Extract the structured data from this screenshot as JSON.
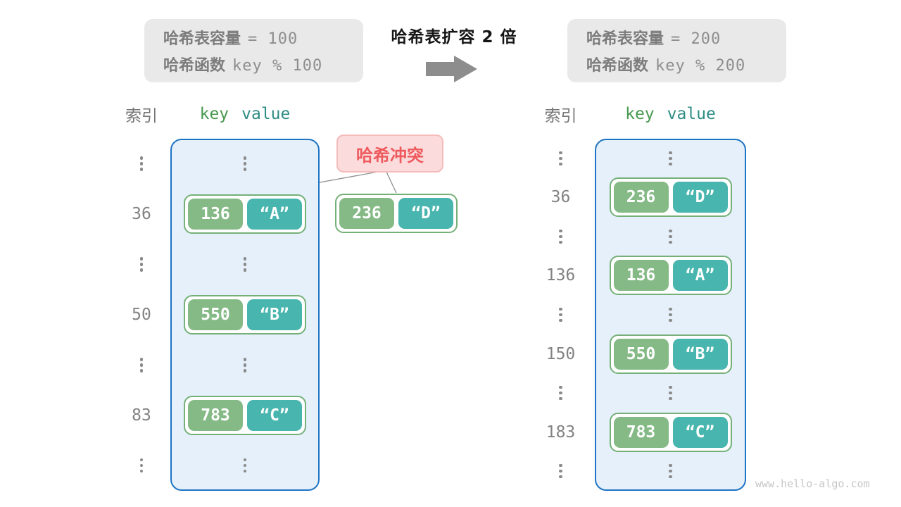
{
  "colors": {
    "key_green": "#85ba86",
    "value_teal": "#48b5ae",
    "pair_border_green": "#74b077",
    "container_fill": "#e5f0fa",
    "container_border_blue": "#1f74c4",
    "collision_fill": "#fbdbdb",
    "collision_text_red": "#ee5a5e",
    "gray_box_fill": "#e9e9e9",
    "muted_gray_text": "#828282"
  },
  "capacity_before": {
    "line1_label": "哈希表容量",
    "line1_value": "=  100",
    "line2_label": "哈希函数",
    "line2_value": "key % 100"
  },
  "expand": {
    "title": "哈希表扩容 2 倍"
  },
  "capacity_after": {
    "line1_label": "哈希表容量",
    "line1_value": "=  200",
    "line2_label": "哈希函数",
    "line2_value": "key % 200"
  },
  "collision": {
    "label": "哈希冲突",
    "pair": {
      "key": "236",
      "value": "“D”"
    }
  },
  "left_table": {
    "headers": {
      "index": "索引",
      "key": "key",
      "value": "value"
    },
    "rows": [
      {
        "type": "dots"
      },
      {
        "type": "pair",
        "index": "36",
        "key": "136",
        "value": "“A”"
      },
      {
        "type": "dots"
      },
      {
        "type": "pair",
        "index": "50",
        "key": "550",
        "value": "“B”"
      },
      {
        "type": "dots"
      },
      {
        "type": "pair",
        "index": "83",
        "key": "783",
        "value": "“C”"
      },
      {
        "type": "dots"
      }
    ]
  },
  "right_table": {
    "headers": {
      "index": "索引",
      "key": "key",
      "value": "value"
    },
    "rows": [
      {
        "type": "dots"
      },
      {
        "type": "pair",
        "index": "36",
        "key": "236",
        "value": "“D”"
      },
      {
        "type": "dots"
      },
      {
        "type": "pair",
        "index": "136",
        "key": "136",
        "value": "“A”"
      },
      {
        "type": "dots"
      },
      {
        "type": "pair",
        "index": "150",
        "key": "550",
        "value": "“B”"
      },
      {
        "type": "dots"
      },
      {
        "type": "pair",
        "index": "183",
        "key": "783",
        "value": "“C”"
      },
      {
        "type": "dots"
      }
    ]
  },
  "watermark": "www.hello-algo.com"
}
